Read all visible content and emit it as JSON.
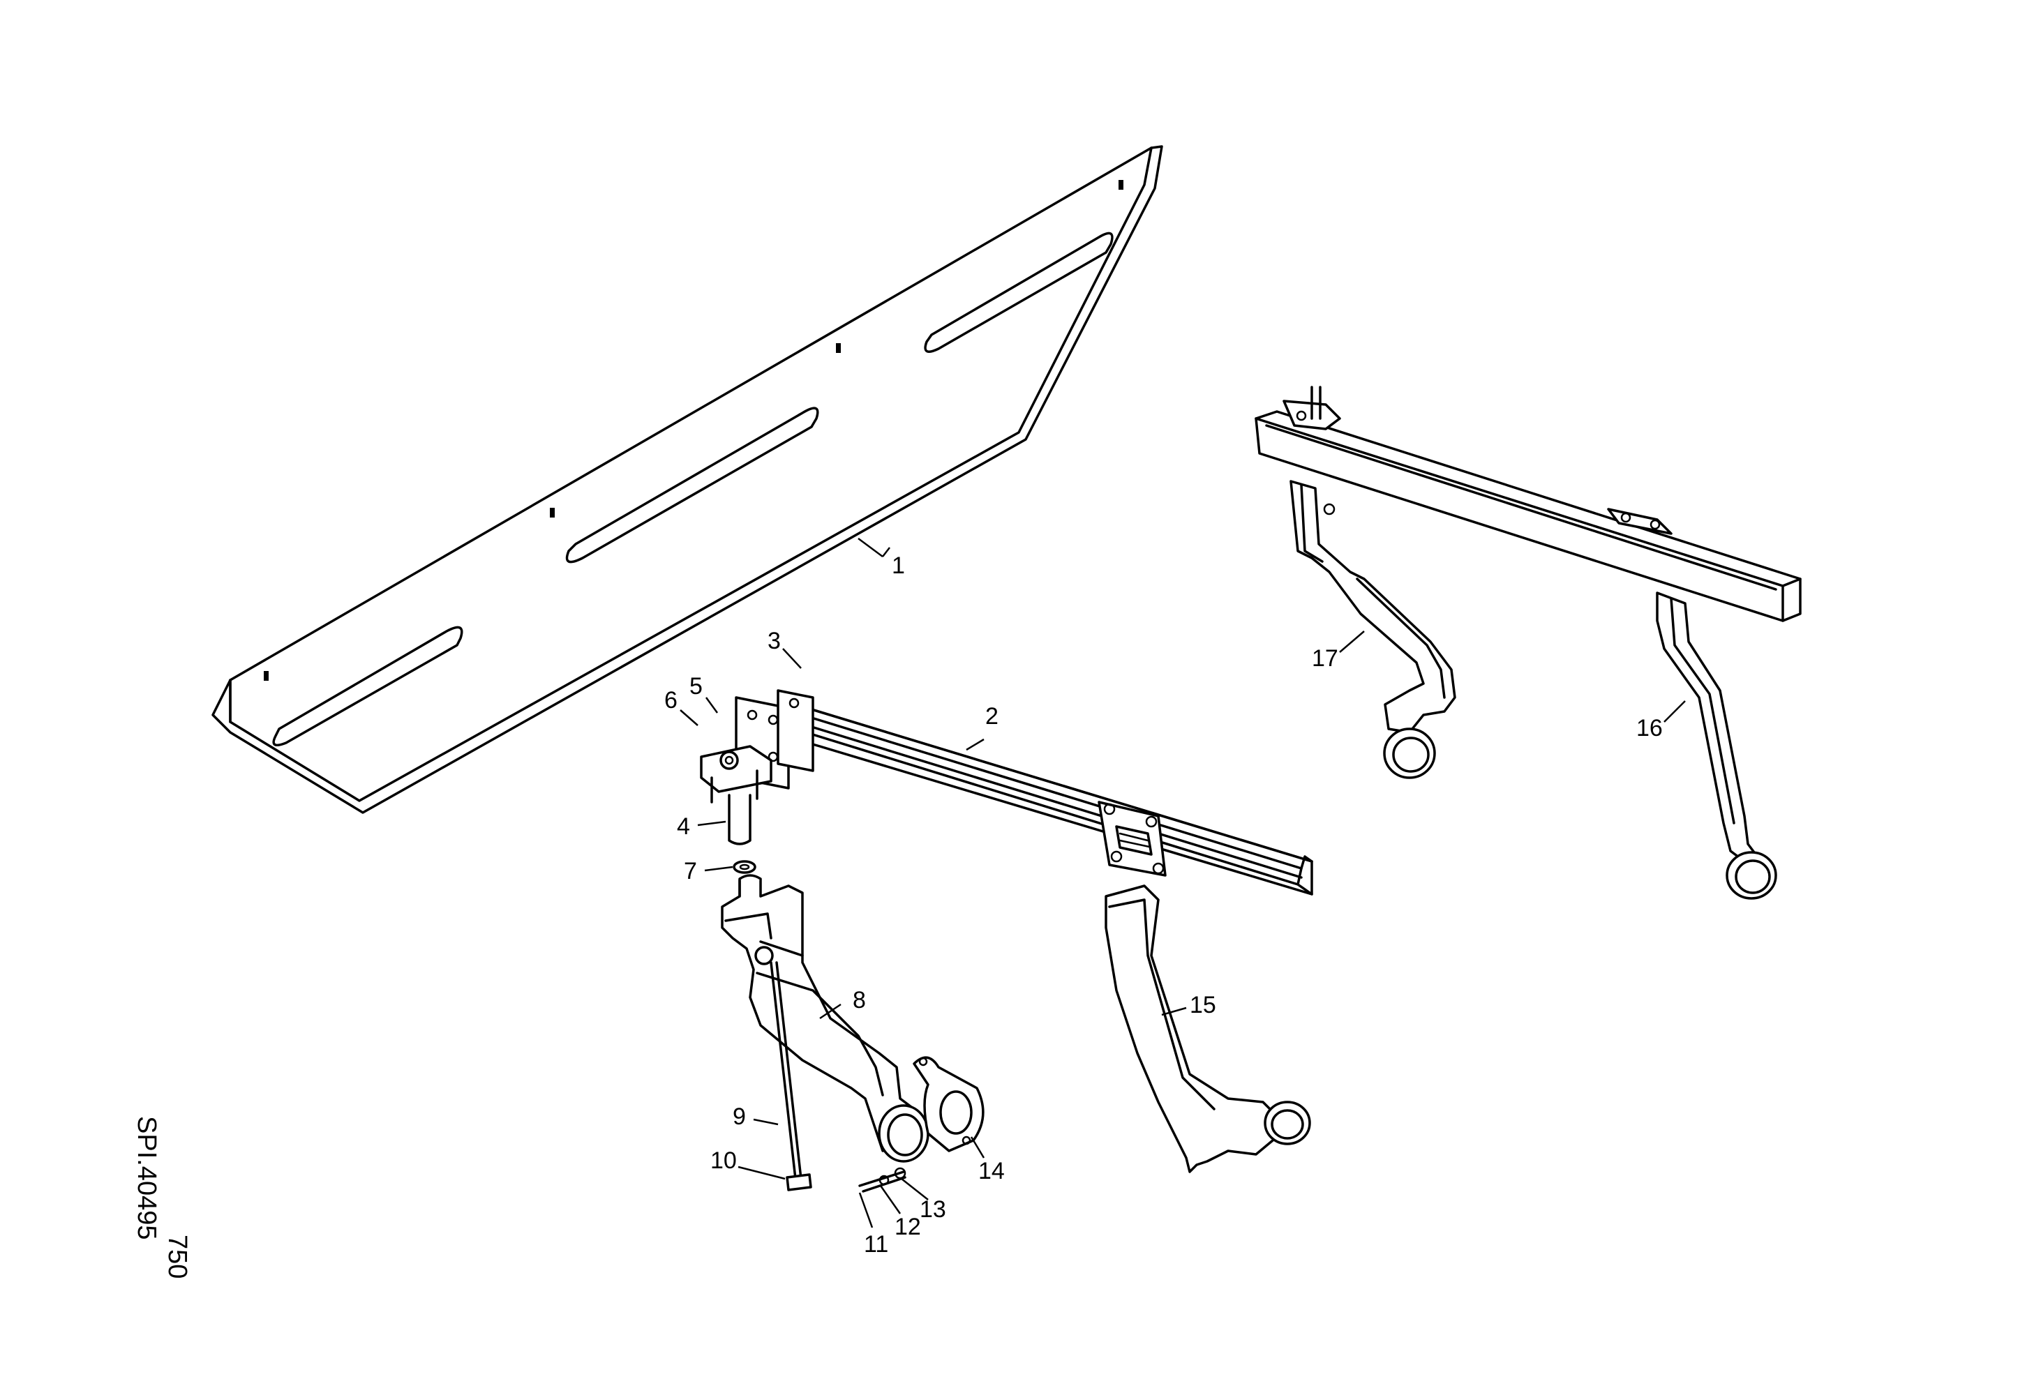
{
  "callouts": [
    "1",
    "2",
    "3",
    "4",
    "5",
    "6",
    "7",
    "8",
    "9",
    "10",
    "11",
    "12",
    "13",
    "14",
    "15",
    "16",
    "17"
  ],
  "reference": {
    "page_number": "750",
    "drawing_code": "SPI.40495"
  },
  "colors": {
    "line": "#000000",
    "background": "#ffffff"
  }
}
